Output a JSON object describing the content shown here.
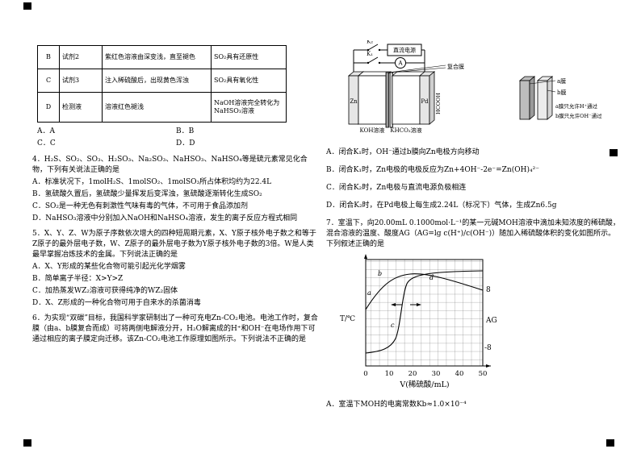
{
  "table": {
    "rows": [
      {
        "label": "B",
        "reagent": "试剂2",
        "phenomenon": "紫红色溶液由深变浅，直至褪色",
        "conclusion": "SO₂具有还原性"
      },
      {
        "label": "C",
        "reagent": "试剂3",
        "phenomenon": "注入稀硫酸后，出现黄色浑浊",
        "conclusion": "SO₂具有氧化性"
      },
      {
        "label": "D",
        "reagent": "检测液",
        "phenomenon": "溶液红色褪浅",
        "conclusion": "NaOH溶液完全转化为NaHSO₃溶液"
      }
    ]
  },
  "answer_row": {
    "a": "A．A",
    "b": "B．B",
    "c": "C．C",
    "d": "D．D"
  },
  "q4": {
    "stem": "4．H₂S、SO₂、SO₃、H₂SO₃、Na₂SO₃、NaHSO₃、NaHSO₄等是硫元素常见化合物，下列有关说法正确的是",
    "options": [
      "A．标准状况下，1molH₂S、1molSO₂、1molSO₃所占体积均约为22.4L",
      "B．氢硫酸久置后，氢硫酸少量挥发后变浑浊，氢硫酸逐渐转化生成SO₂",
      "C．SO₂是一种无色有刺激性气味有毒的气体，不可用于食品添加剂",
      "D．NaHSO₃溶液中分别加入NaOH和NaHSO₄溶液，发生的离子反应方程式相同"
    ]
  },
  "q5": {
    "stem": "5．X、Y、Z、W为原子序数依次增大的四种短周期元素，X、Y原子核外电子数之和等于Z原子的最外层电子数，W、Z原子的最外层电子数为Y原子核外电子数的3倍。W是人类最早掌握冶炼技术的金属。下列说法正确的是",
    "options": [
      "A．X、Y形成的某些化合物可能引起光化学烟雾",
      "B．简单离子半径：X>Y>Z",
      "C．加热蒸发WZ₂溶液可获得纯净的WZ₂固体",
      "D．X、Z形成的一种化合物可用于自来水的杀菌消毒"
    ]
  },
  "q6": {
    "stem": "6．为实现“双碳”目标，我国科学家研制出了一种可充电Zn-CO₂电池。电池工作时，复合膜（由a、b膜复合而成）可将两侧电解液分开，H₂O解离成的H⁺和OH⁻在电场作用下可通过相应的离子膜定向迁移。该Zn-CO₂电池工作原理如图所示。下列说法不正确的是",
    "options": [
      "A．闭合K₁时，OH⁻通过b膜向Zn电极方向移动",
      "B．闭合K₁时，Zn电极的电极反应为Zn+4OH⁻-2e⁻=Zn(OH)₄²⁻",
      "C．闭合K₂时，Zn电极与直流电源负极相连",
      "D．闭合K₂时，在Pd电极上每生成2.24L（标况下）气体，生成Zn6.5g"
    ]
  },
  "q7": {
    "stem": "7．室温下，向20.00mL 0.1000mol·L⁻¹的某一元碱MOH溶液中滴加未知浓度的稀硫酸，混合溶液的温度、酸度AG（AG=lg c(H⁺)/c(OH⁻)）随加入稀硫酸体积的变化如图所示。下列叙述正确的是",
    "optionA": "A．室温下MOH的电离常数Kb≈1.0×10⁻⁴"
  },
  "diagram": {
    "power": "直流电源",
    "k1": "K₁",
    "k2": "K₂",
    "ammeter": "A",
    "zn": "Zn",
    "pd": "Pd",
    "hcooh": "HCOOH",
    "left_solution": "KOH溶液",
    "right_solution": "KHCO₃溶液",
    "membrane": "复合膜",
    "a_mem": "a膜",
    "b_mem": "b膜",
    "a_note": "a膜只允许H⁺通过",
    "b_note": "b膜只允许OH⁻通过"
  },
  "graph": {
    "ylabel_left": "T/℃",
    "ylabel_right": "AG",
    "tick_top": "8",
    "tick_bottom": "-8",
    "xticks": [
      "0",
      "10",
      "20",
      "30",
      "40",
      "50"
    ],
    "xlabel": "V(稀硫酸/mL)",
    "labels": {
      "a": "a",
      "b": "b",
      "c": "c",
      "d": "d"
    }
  },
  "chart_data": {
    "type": "line",
    "title": "",
    "xlabel": "V(稀硫酸/mL)",
    "x_range": [
      0,
      50
    ],
    "x_ticks": [
      0,
      10,
      20,
      30,
      40,
      50
    ],
    "left_axis": {
      "label": "T/℃",
      "ticks": []
    },
    "right_axis": {
      "label": "AG",
      "ticks": [
        8,
        -8
      ]
    },
    "grid": true,
    "legend_position": "none",
    "series": [
      {
        "name": "温度曲线",
        "axis": "left",
        "shape": "由左侧上升，在V≈20mL附近达到最高温度后缓慢下降",
        "x": [
          0,
          5,
          10,
          15,
          20,
          30,
          40,
          50
        ],
        "y_relative": [
          0.55,
          0.72,
          0.85,
          0.95,
          1.0,
          0.93,
          0.88,
          0.82
        ]
      },
      {
        "name": "酸度AG曲线",
        "axis": "right",
        "x": [
          0,
          5,
          10,
          13,
          15,
          18,
          20,
          30,
          40,
          50
        ],
        "values": [
          -8,
          -7.5,
          -6.5,
          -4,
          0,
          5,
          7,
          8,
          8,
          8
        ]
      }
    ],
    "annotations": [
      "a",
      "b",
      "c",
      "d"
    ]
  }
}
